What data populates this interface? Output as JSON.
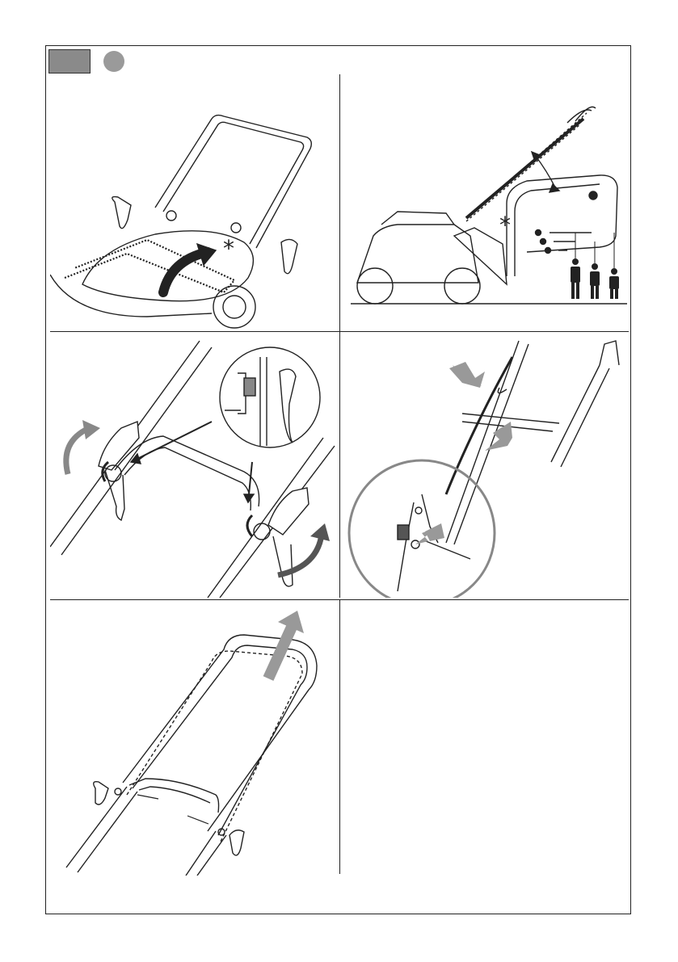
{
  "colors": {
    "line": "#222222",
    "header_box": "#8a8a8a",
    "badge": "#9a9a9a",
    "arrow_gray": "#999999",
    "arrow_dark": "#2a2a2a"
  },
  "panels": [
    {
      "id": "panel-1",
      "icon": "handle-mounting-illustration"
    },
    {
      "id": "panel-2",
      "icon": "handle-height-adjust-illustration"
    },
    {
      "id": "panel-3",
      "icon": "knob-tightening-illustration"
    },
    {
      "id": "panel-4",
      "icon": "cable-clip-illustration"
    },
    {
      "id": "panel-5",
      "icon": "handle-raise-illustration"
    },
    {
      "id": "panel-6",
      "icon": "empty-panel"
    }
  ]
}
